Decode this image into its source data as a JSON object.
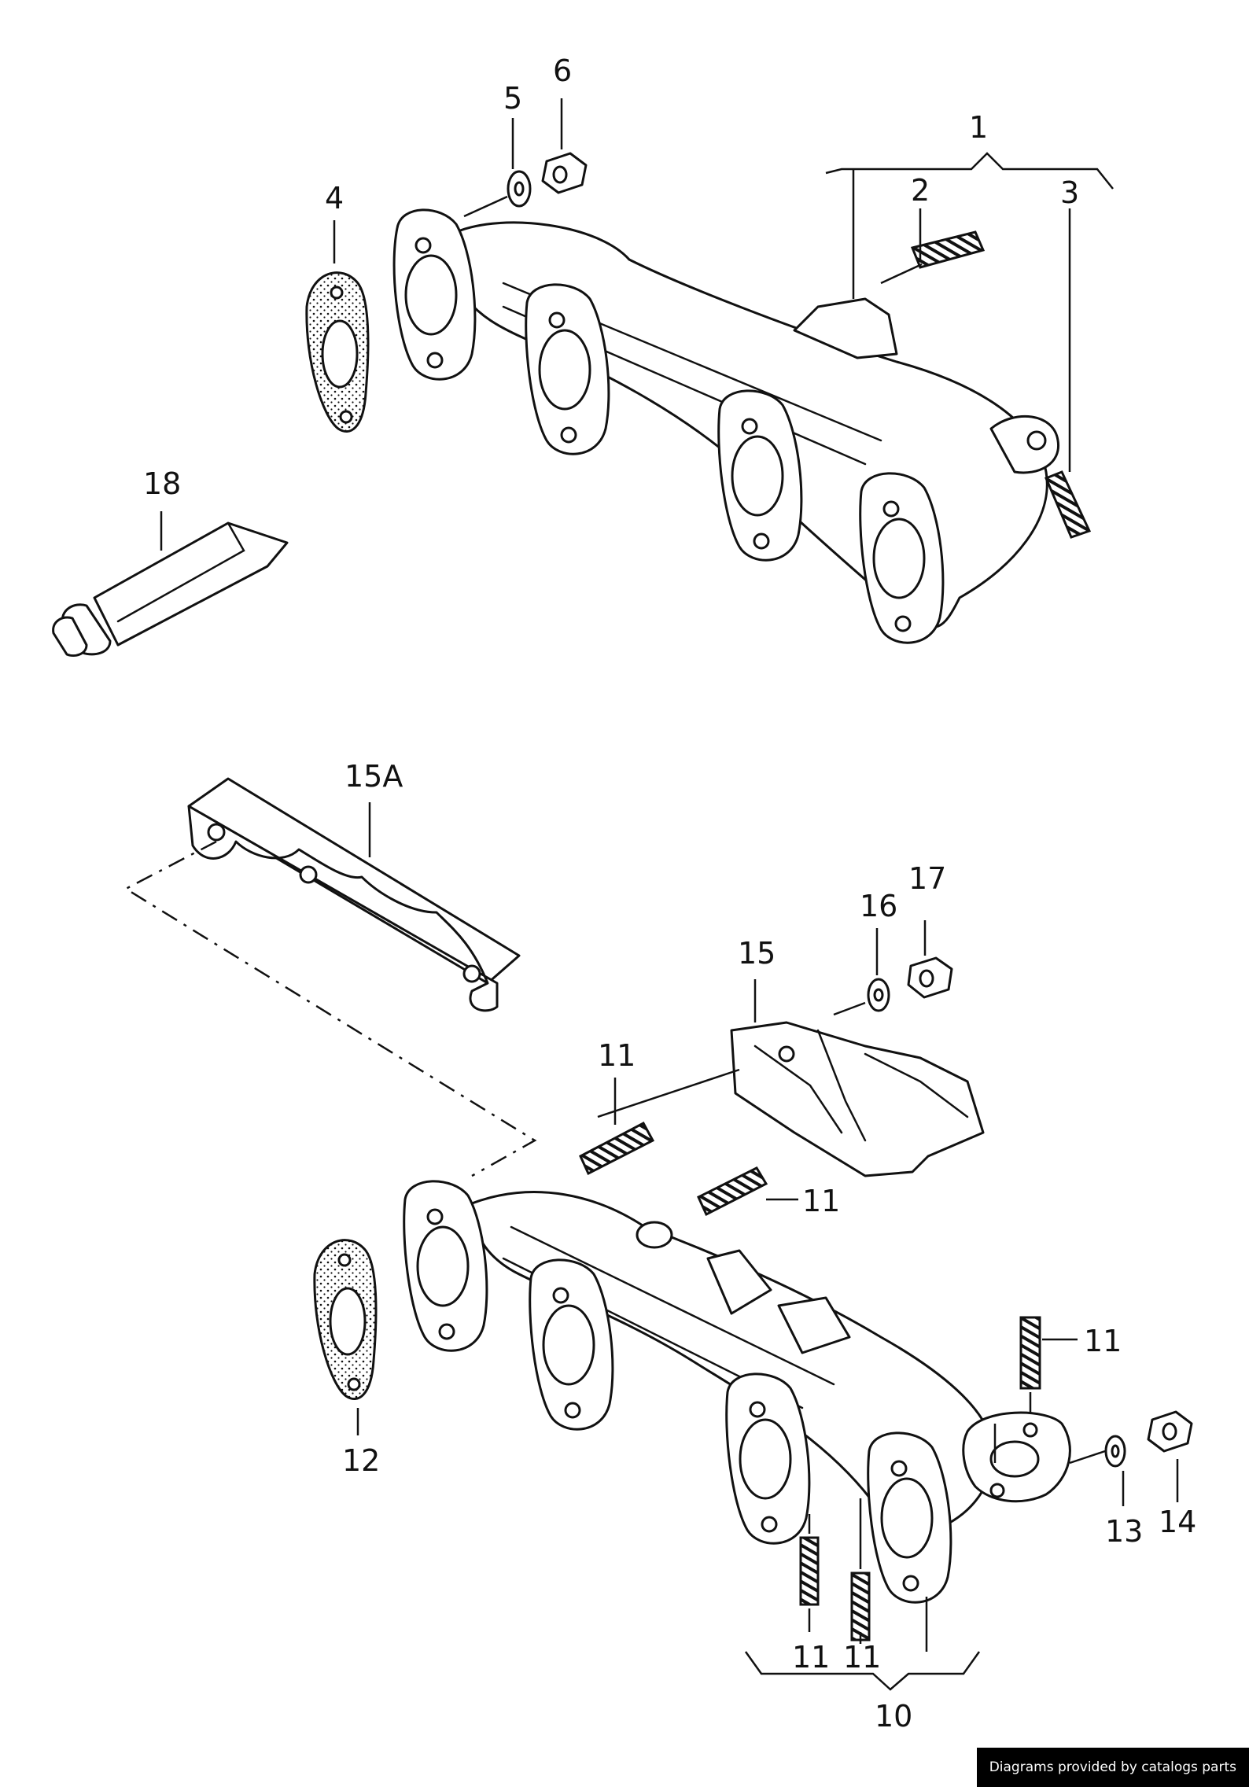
{
  "diagram": {
    "callouts": {
      "c1": "1",
      "c2": "2",
      "c3": "3",
      "c4": "4",
      "c5": "5",
      "c6": "6",
      "c18": "18",
      "c15a": "15A",
      "c15": "15",
      "c16": "16",
      "c17": "17",
      "c11a": "11",
      "c11b": "11",
      "c11c": "11",
      "c11d": "11",
      "c11e": "11",
      "c12": "12",
      "c13": "13",
      "c14": "14",
      "c10": "10"
    }
  },
  "footer": {
    "credit": "Diagrams provided by catalogs parts"
  },
  "colors": {
    "line": "#111111",
    "background": "#ffffff",
    "credit_bar": "#000000"
  }
}
